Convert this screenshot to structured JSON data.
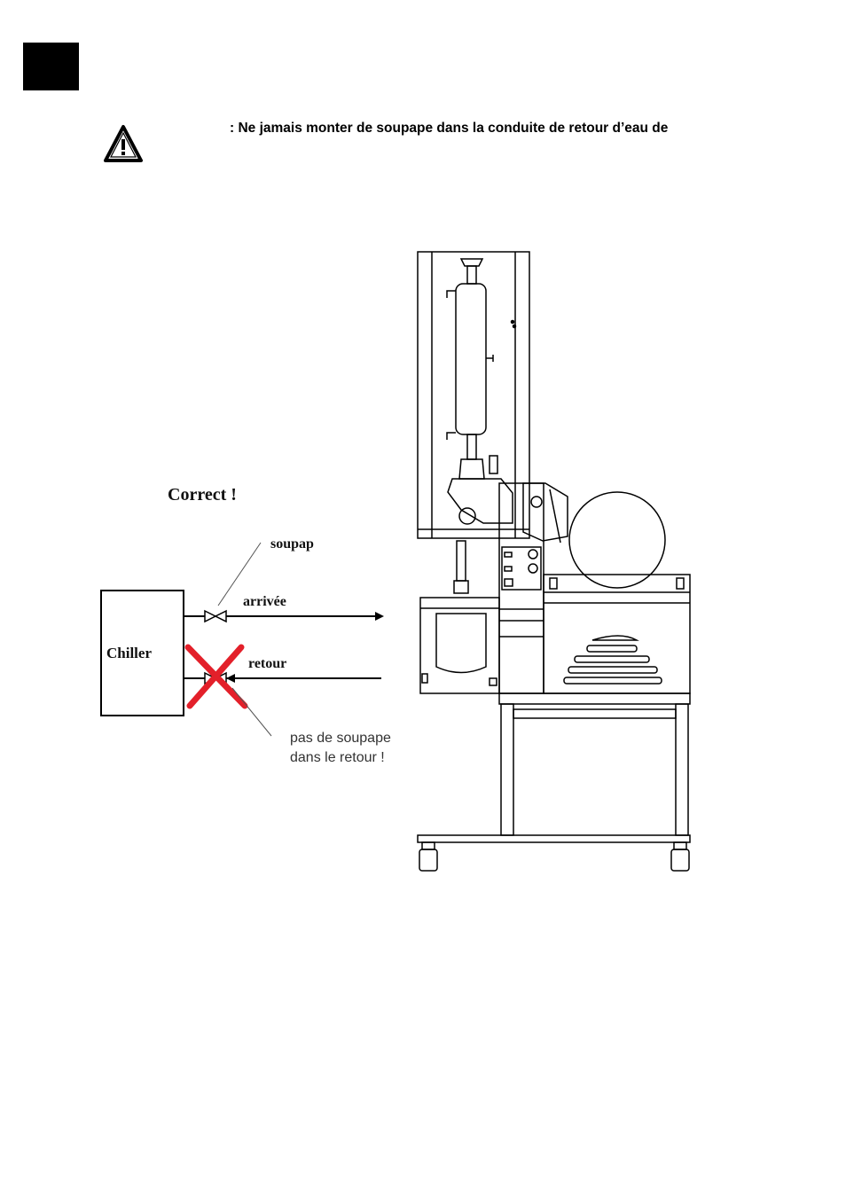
{
  "warning": {
    "text": ": Ne jamais monter de soupape dans la conduite de retour d’eau de",
    "icon": "warning-triangle-icon"
  },
  "diagram": {
    "correct_label": "Correct !",
    "valve_label": "soupap",
    "inlet_label": "arrivée",
    "chiller_label": "Chiller",
    "return_label": "retour",
    "note_line1": "pas de soupape",
    "note_line2": "dans le retour !",
    "cross_color": "#e3202a"
  }
}
